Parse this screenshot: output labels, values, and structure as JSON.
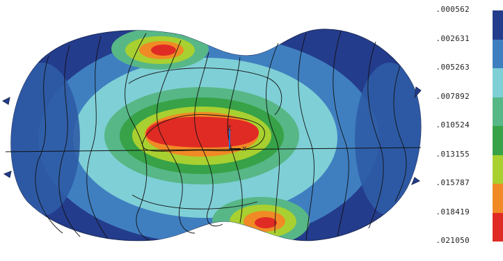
{
  "legend": {
    "levels": [
      ".000562",
      ".002631",
      ".005263",
      ".007892",
      ".010524",
      ".013155",
      ".015787",
      ".018419",
      ".021050"
    ],
    "colors": [
      "#243c8c",
      "#3f7fc0",
      "#7fcfd6",
      "#57b786",
      "#37a247",
      "#a8d030",
      "#f08a25",
      "#e02b25"
    ]
  },
  "triad": {
    "z_label": "Z",
    "x_label": "X"
  }
}
